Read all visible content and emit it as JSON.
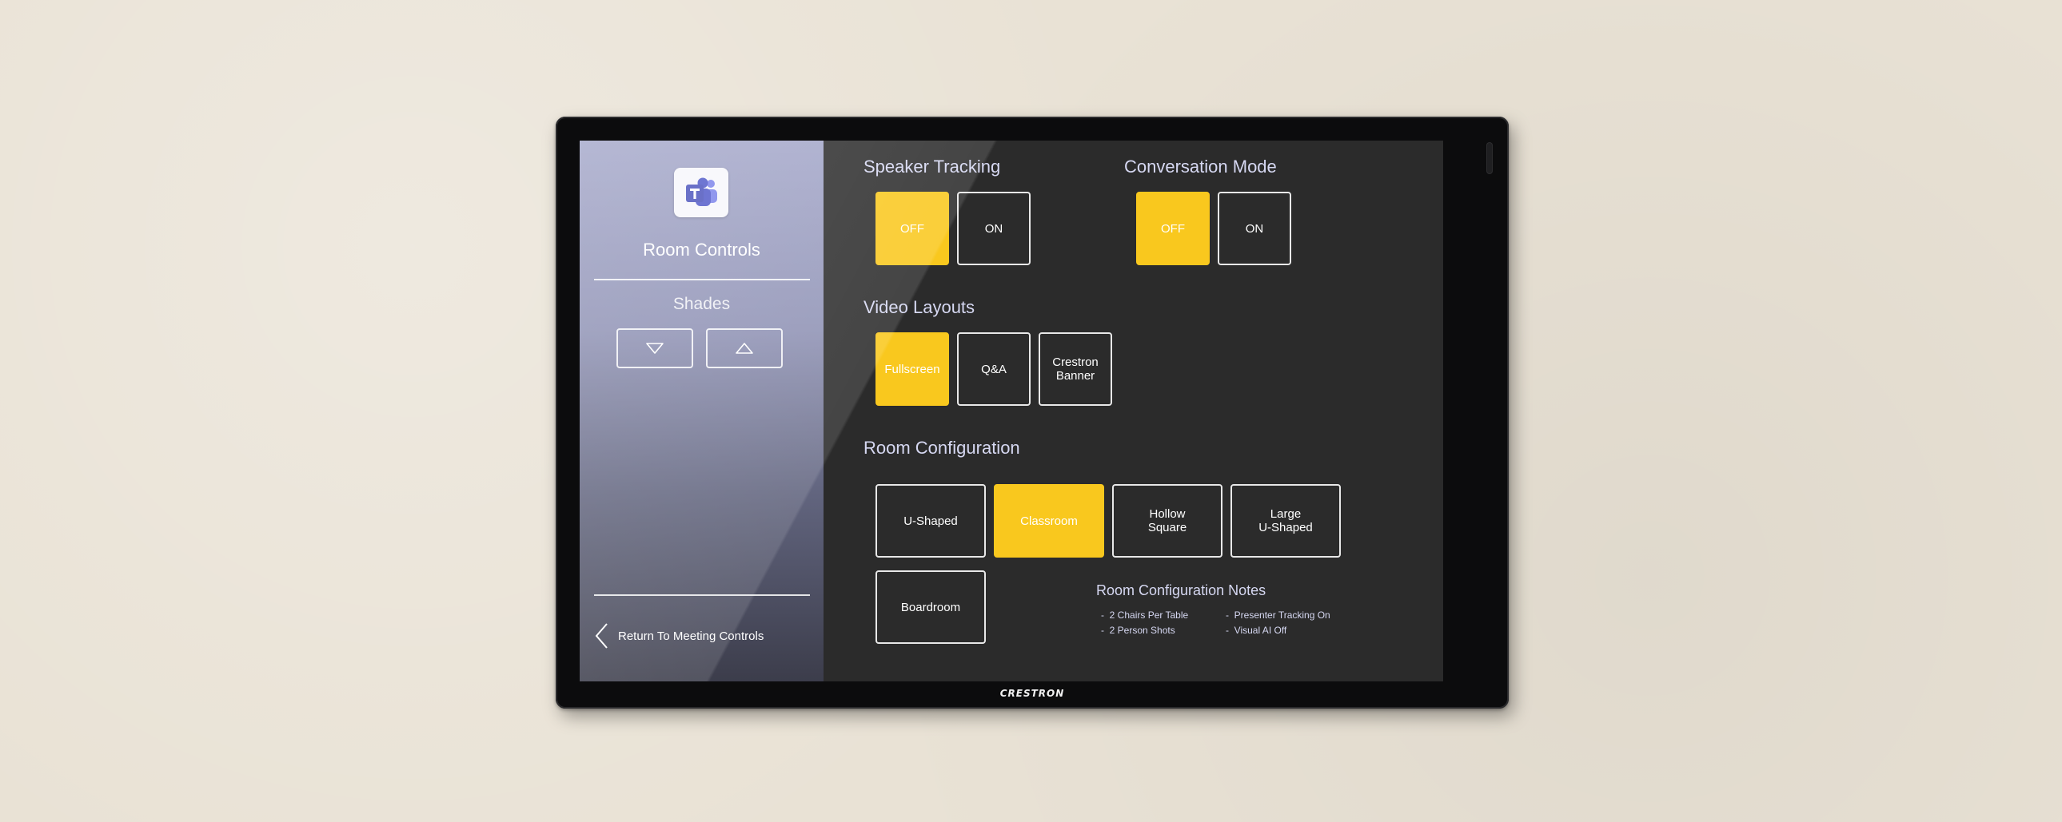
{
  "sidebar": {
    "app_icon": "teams-icon",
    "title": "Room Controls",
    "shades": {
      "label": "Shades",
      "down_icon": "triangle-down-icon",
      "up_icon": "triangle-up-icon"
    },
    "return": {
      "icon": "chevron-left-icon",
      "label": "Return To Meeting Controls"
    }
  },
  "speaker_tracking": {
    "title": "Speaker Tracking",
    "options": [
      "OFF",
      "ON"
    ],
    "selected": "OFF"
  },
  "conversation_mode": {
    "title": "Conversation Mode",
    "options": [
      "OFF",
      "ON"
    ],
    "selected": "OFF"
  },
  "video_layouts": {
    "title": "Video Layouts",
    "options": [
      "Fullscreen",
      "Q&A",
      "Crestron\nBanner"
    ],
    "selected": "Fullscreen"
  },
  "room_configuration": {
    "title": "Room Configuration",
    "options": [
      "U-Shaped",
      "Classroom",
      "Hollow\nSquare",
      "Large\nU-Shaped",
      "Boardroom"
    ],
    "selected": "Classroom",
    "notes": {
      "title": "Room Configuration Notes",
      "items": [
        "2 Chairs Per Table",
        "Presenter Tracking On",
        "2 Person Shots",
        "Visual AI Off"
      ]
    }
  },
  "device": {
    "brand": "CRESTRON"
  },
  "colors": {
    "accent": "#f9c81e",
    "screen_bg": "#2b2b2b",
    "sidebar_top": "#a3a6c9",
    "heading": "#d6d8f2"
  }
}
